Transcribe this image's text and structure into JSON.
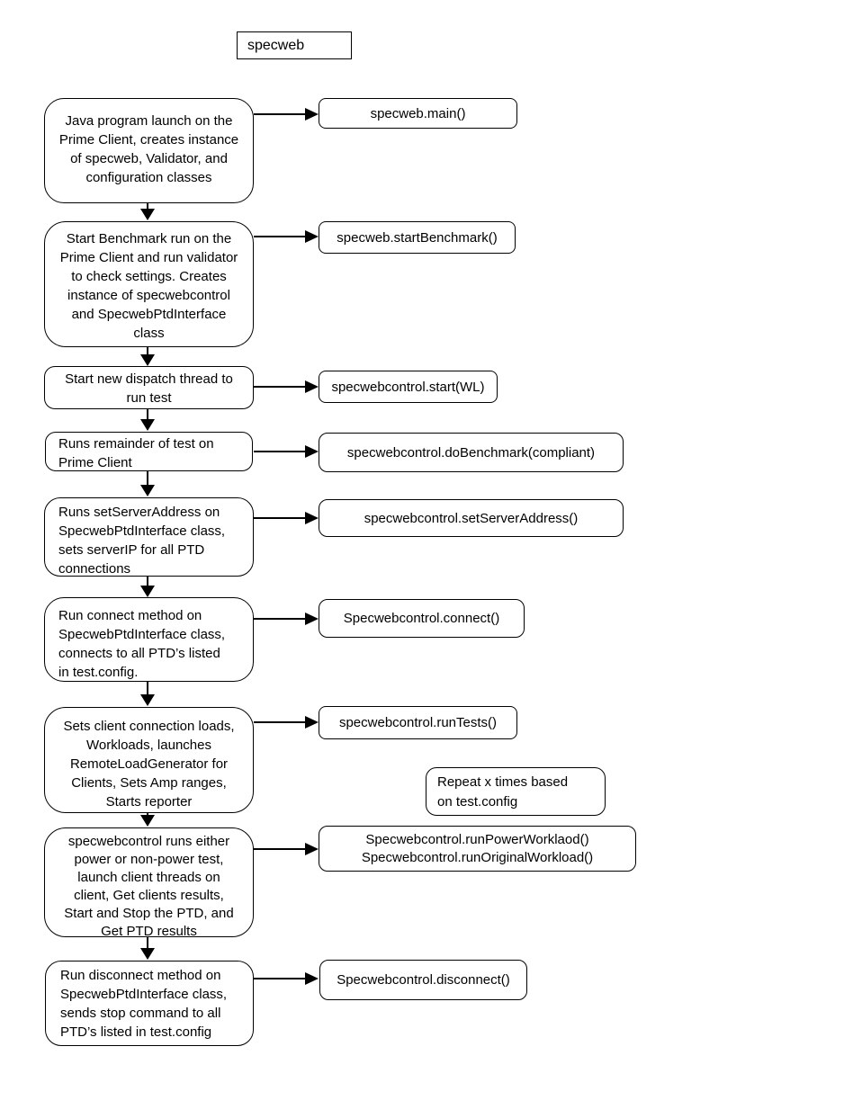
{
  "diagram": {
    "title": "specweb",
    "colors": {
      "line": "#000000",
      "box_fill": "#ffffff",
      "text": "#000000"
    },
    "steps": [
      {
        "description": [
          "Java program launch on the",
          "Prime Client, creates instance",
          "of specweb, Validator, and",
          "configuration classes"
        ],
        "call": [
          "specweb.main()"
        ]
      },
      {
        "description": [
          "Start Benchmark run on the",
          "Prime Client and run validator",
          "to check settings. Creates",
          "instance of specwebcontrol",
          "and SpecwebPtdInterface",
          "class"
        ],
        "call": [
          "specweb.startBenchmark()"
        ]
      },
      {
        "description": [
          "Start new dispatch thread to",
          "run test"
        ],
        "call": [
          "specwebcontrol.start(WL)"
        ]
      },
      {
        "description": [
          "Runs remainder of test on",
          "Prime Client"
        ],
        "call": [
          "specwebcontrol.doBenchmark(compliant)"
        ]
      },
      {
        "description": [
          "Runs setServerAddress on",
          "SpecwebPtdInterface class,",
          "sets serverIP for all PTD",
          "connections"
        ],
        "call": [
          "specwebcontrol.setServerAddress()"
        ]
      },
      {
        "description": [
          "Run connect method on",
          "SpecwebPtdInterface class,",
          "connects to all PTD’s listed",
          "in test.config."
        ],
        "call": [
          "Specwebcontrol.connect()"
        ]
      },
      {
        "description": [
          "Sets client connection loads,",
          "Workloads, launches",
          "RemoteLoadGenerator for",
          "Clients, Sets Amp ranges,",
          "Starts reporter"
        ],
        "call": [
          "specwebcontrol.runTests()"
        ]
      },
      {
        "description": [
          "specwebcontrol runs either",
          "power or non-power test,",
          "launch client threads on",
          "client, Get clients results,",
          "Start and Stop the PTD, and",
          "Get PTD results"
        ],
        "call": [
          "Specwebcontrol.runPowerWorklaod()",
          "Specwebcontrol.runOriginalWorkload()"
        ]
      },
      {
        "description": [
          "Run disconnect method on",
          "SpecwebPtdInterface class,",
          "sends stop command to all",
          "PTD’s listed in test.config"
        ],
        "call": [
          "Specwebcontrol.disconnect()"
        ]
      }
    ],
    "note": [
      "Repeat x times based",
      "on test.config"
    ]
  }
}
